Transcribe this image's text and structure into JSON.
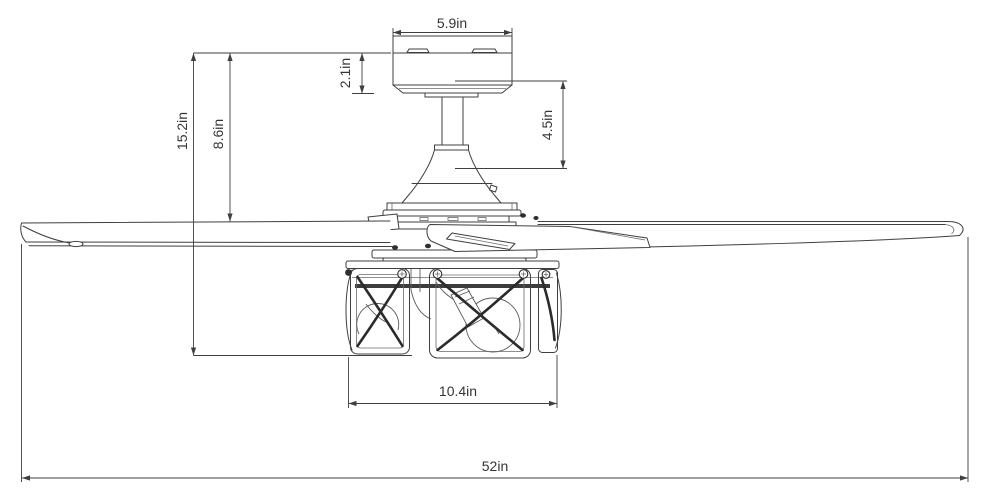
{
  "diagram": {
    "kind": "technical-dimension-drawing",
    "subject": "ceiling fan with cage light kit, front elevation",
    "unit": "in",
    "colors": {
      "background": "#ffffff",
      "line": "#3f3f3f",
      "heavy_line": "#2b2b2b",
      "text": "#353535"
    },
    "dimensions": {
      "canopy_width": {
        "label": "5.9in",
        "value": 5.9,
        "orientation": "horizontal"
      },
      "canopy_height": {
        "label": "2.1in",
        "value": 2.1,
        "orientation": "vertical"
      },
      "downrod_length": {
        "label": "4.5in",
        "value": 4.5,
        "orientation": "vertical"
      },
      "overall_height": {
        "label": "15.2in",
        "value": 15.2,
        "orientation": "vertical"
      },
      "ceiling_to_blades": {
        "label": "8.6in",
        "value": 8.6,
        "orientation": "vertical"
      },
      "light_kit_width": {
        "label": "10.4in",
        "value": 10.4,
        "orientation": "horizontal"
      },
      "blade_span": {
        "label": "52in",
        "value": 52,
        "orientation": "horizontal"
      }
    }
  }
}
